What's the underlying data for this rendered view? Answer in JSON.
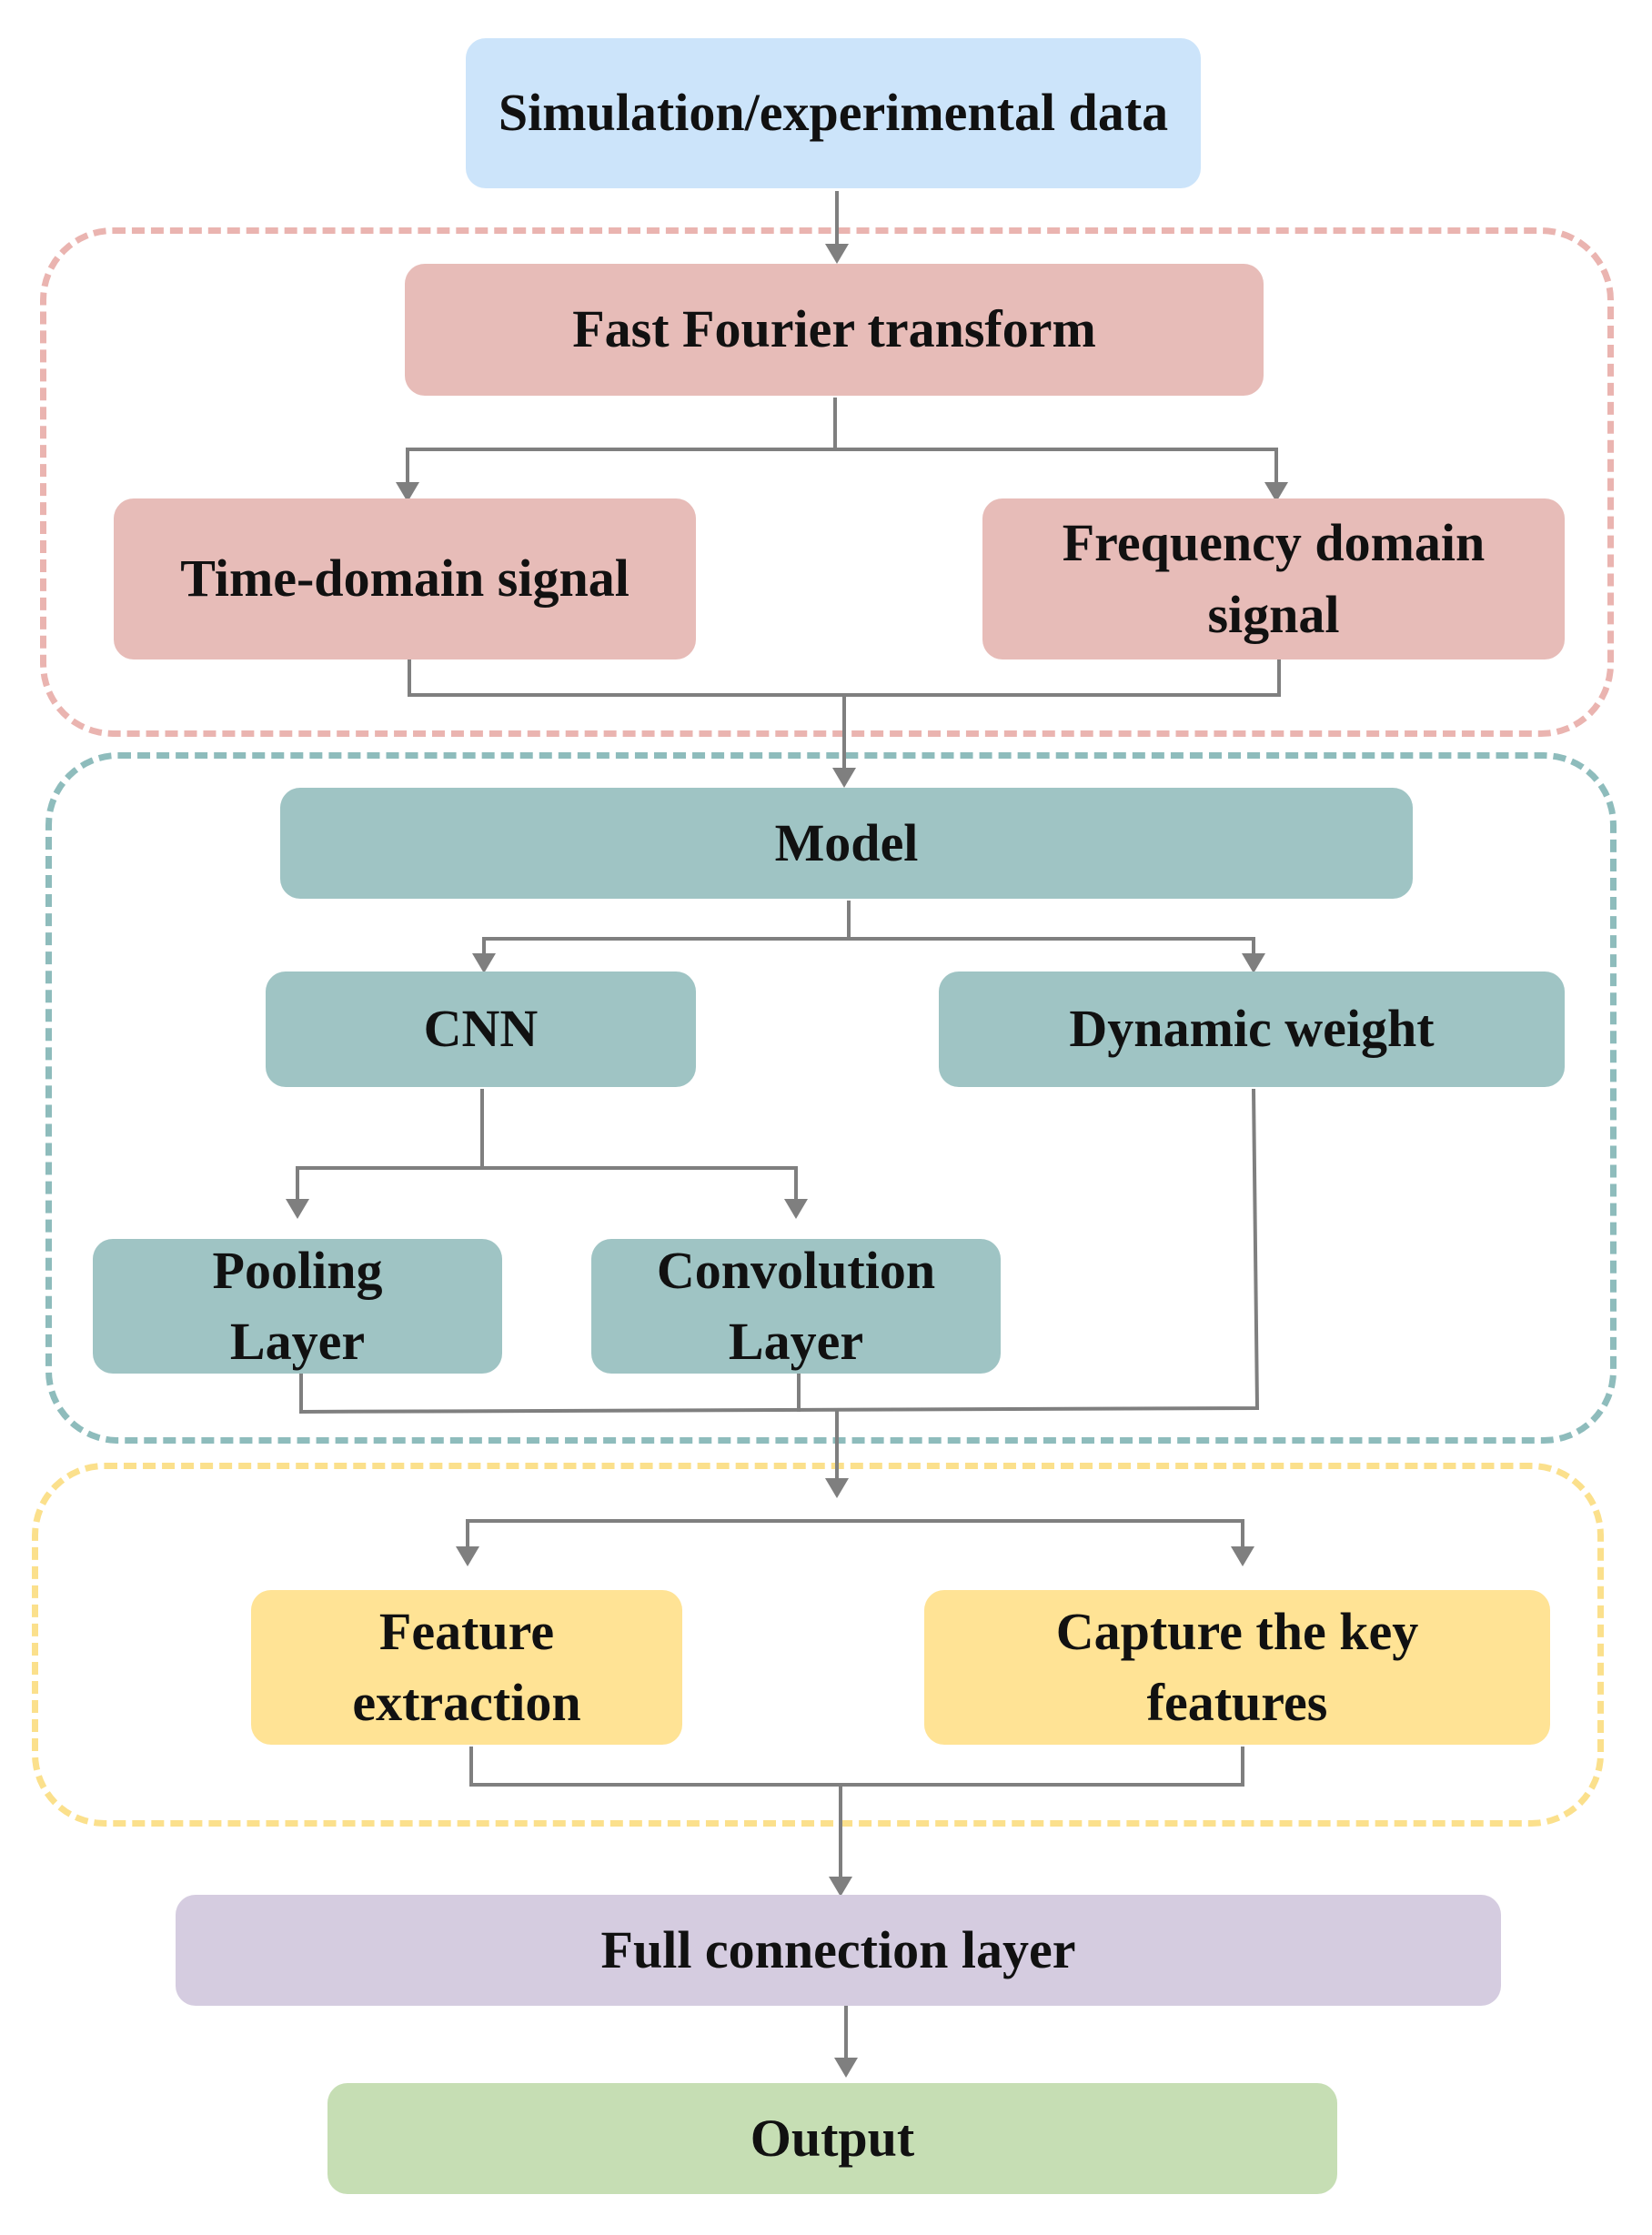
{
  "colors": {
    "input": "#cce4fa",
    "preprocess": "#e7bcb8",
    "model": "#9fc4c4",
    "fusion": "#ffe395",
    "fc": "#d5cce0",
    "output": "#c6deb4",
    "preprocess_border": "#eab4b0",
    "model_border": "#8ebcbc",
    "fusion_border": "#fbe08c",
    "connector": "#7f7f7f"
  },
  "nodes": {
    "input": "Simulation/experimental data",
    "fft": "Fast Fourier transform",
    "time_domain": "Time-domain signal",
    "freq_domain": "Frequency domain signal",
    "model": "Model",
    "cnn": "CNN",
    "dynamic_weight": "Dynamic weight",
    "pooling": "Pooling Layer",
    "convolution": "Convolution Layer",
    "feature_extraction": "Feature extraction",
    "capture_key": "Capture the key features",
    "full_connection": "Full connection layer",
    "output": "Output"
  }
}
